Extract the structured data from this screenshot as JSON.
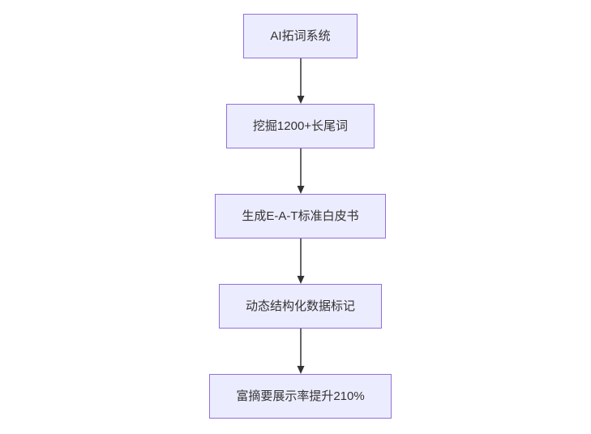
{
  "diagram": {
    "type": "flowchart",
    "direction": "top-down",
    "nodes": [
      {
        "id": "A",
        "label": "AI拓词系统"
      },
      {
        "id": "B",
        "label": "挖掘1200+长尾词"
      },
      {
        "id": "C",
        "label": "生成E-A-T标准白皮书"
      },
      {
        "id": "D",
        "label": "动态结构化数据标记"
      },
      {
        "id": "E",
        "label": "富摘要展示率提升210%"
      }
    ],
    "edges": [
      {
        "from": "A",
        "to": "B"
      },
      {
        "from": "B",
        "to": "C"
      },
      {
        "from": "C",
        "to": "D"
      },
      {
        "from": "D",
        "to": "E"
      }
    ],
    "colors": {
      "background": "#FFFFFF",
      "node_fill": "#ECECFF",
      "node_border": "#9370DB",
      "arrow": "#333333",
      "text": "#333333"
    }
  }
}
